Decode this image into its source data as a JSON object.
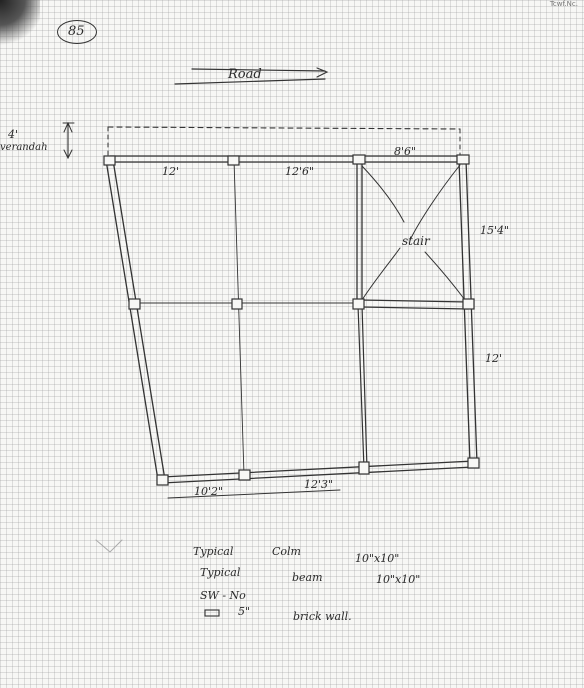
{
  "page_number": "85",
  "header_mark": "Tcwf.Nc.",
  "road_label": "Road",
  "verandah_depth": "4'",
  "verandah_label": "verandah",
  "stair_label": "stair",
  "dims_top": [
    "12'",
    "12'6\"",
    "8'6\""
  ],
  "dims_right": [
    "15'4\"",
    "12'"
  ],
  "dims_bottom": [
    "10'2\"",
    "12'3\""
  ],
  "notes": {
    "col_label": "Typical",
    "col_item": "Colm",
    "col_size": "10\"x10\"",
    "beam_label": "Typical",
    "beam_item": "beam",
    "beam_size": "10\"x10\"",
    "sw_label": "SW - No",
    "wall_thickness": "5\"",
    "wall_item": "brick wall."
  }
}
